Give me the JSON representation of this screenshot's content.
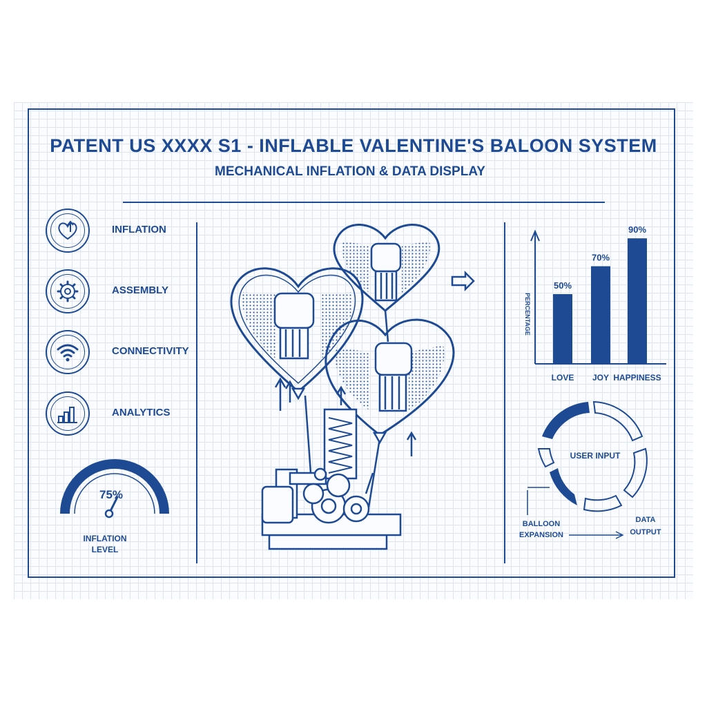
{
  "header": {
    "title": "PATENT US XXXX S1 - INFLABLE VALENTINE'S BALOON SYSTEM",
    "subtitle": "MECHANICAL INFLATION & DATA DISPLAY"
  },
  "features": [
    {
      "label": "INFLATION",
      "icon": "heart-up-arrow-icon"
    },
    {
      "label": "ASSEMBLY",
      "icon": "gear-icon"
    },
    {
      "label": "CONNECTIVITY",
      "icon": "wifi-icon"
    },
    {
      "label": "ANALYTICS",
      "icon": "bar-chart-icon"
    }
  ],
  "gauge": {
    "value_text": "75%",
    "value": 0.75,
    "label_line1": "INFLATION",
    "label_line2": "LEVEL"
  },
  "chart_data": {
    "type": "bar",
    "categories": [
      "LOVE",
      "JOY",
      "HAPPINESS"
    ],
    "values": [
      50,
      70,
      90
    ],
    "data_labels": [
      "50%",
      "70%",
      "90%"
    ],
    "ylabel": "PERCENTAGE",
    "ylim": [
      0,
      100
    ],
    "color": "#1d4a92"
  },
  "cycle": {
    "center_label": "USER INPUT",
    "left_line1": "BALLOON",
    "left_line2": "EXPANSION",
    "right_line1": "DATA",
    "right_line2": "OUTPUT"
  },
  "colors": {
    "ink": "#1d4a92",
    "grid": "#dde5f2",
    "paper": "#fbfcff"
  }
}
